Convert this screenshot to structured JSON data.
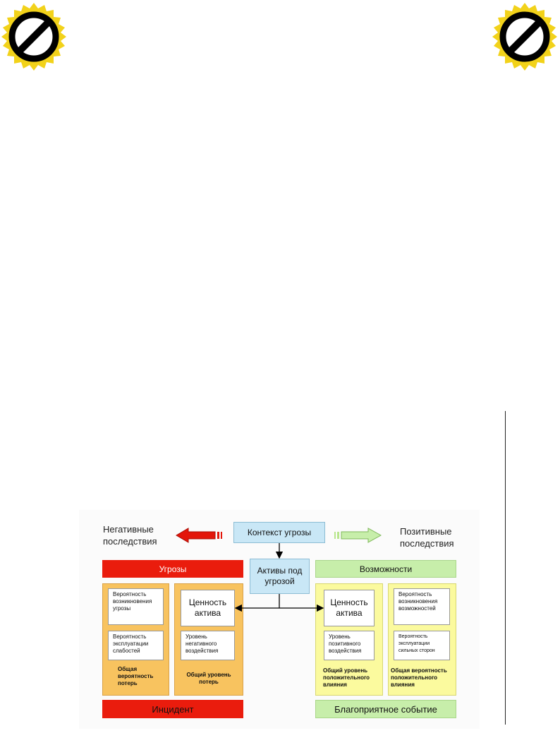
{
  "labels": {
    "negative": "Негативные последствия",
    "positive": "Позитивные последствия",
    "context": "Контекст угрозы",
    "assets": "Активы под угрозой",
    "threats": "Угрозы",
    "opportunities": "Возможности",
    "incident": "Инцидент",
    "favorable_event": "Благоприятное событие"
  },
  "left": {
    "prob_threat": "Вероятность возникновения угрозы",
    "prob_exploit": "Вероятность эксплуатации слабостей",
    "total_prob_loss": "Общая вероятность потерь",
    "asset_value": "Ценность актива",
    "neg_impact": "Уровень негативного воздействия",
    "total_loss": "Общий уровень потерь"
  },
  "right": {
    "asset_value": "Ценность актива",
    "pos_impact": "Уровень позитивного воздействия",
    "total_pos": "Общий уровень положительного влияния",
    "prob_opportunity": "Вероятность возникновения возможностей",
    "prob_strengths": "Вероятность эксплуатации сильных сторон",
    "total_prob_pos": "Общая вероятность положительного влияния"
  },
  "colors": {
    "red": "#ea1c0d",
    "green": "#c7eeaa",
    "blue": "#c9e7f6",
    "orange": "#f8c35f",
    "yellow": "#fbfa9e"
  },
  "icons": {
    "seal": "prohibition-seal-icon",
    "neg_arrow": "arrow-left-icon",
    "pos_arrow": "arrow-right-icon"
  }
}
